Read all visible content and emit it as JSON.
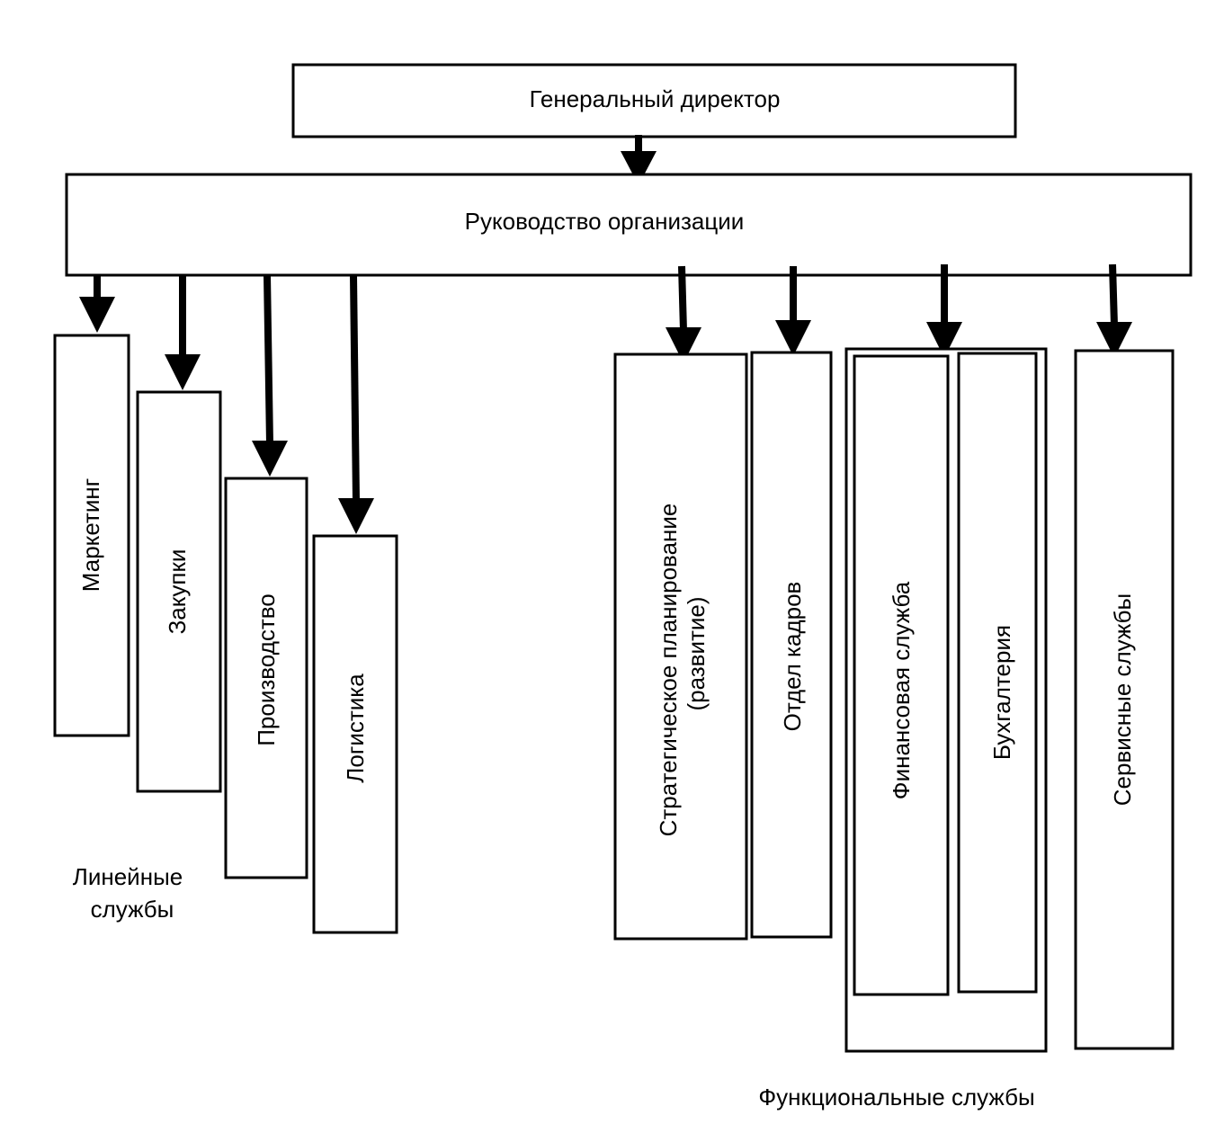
{
  "top": {
    "label": "Генеральный директор"
  },
  "management": {
    "label": "Руководство организации"
  },
  "line_units": [
    "Маркетинг",
    "Закупки",
    "Производство",
    "Логистика"
  ],
  "functional_units": {
    "strategic": [
      "Стратегическое планирование",
      "(развитие)"
    ],
    "hr": "Отдел кадров",
    "finance": "Финансовая служба",
    "accounting": "Бухгалтерия",
    "service": "Сервисные службы"
  },
  "captions": {
    "line_services": [
      "Линейные",
      "службы"
    ],
    "functional_services": "Функциональные службы"
  }
}
